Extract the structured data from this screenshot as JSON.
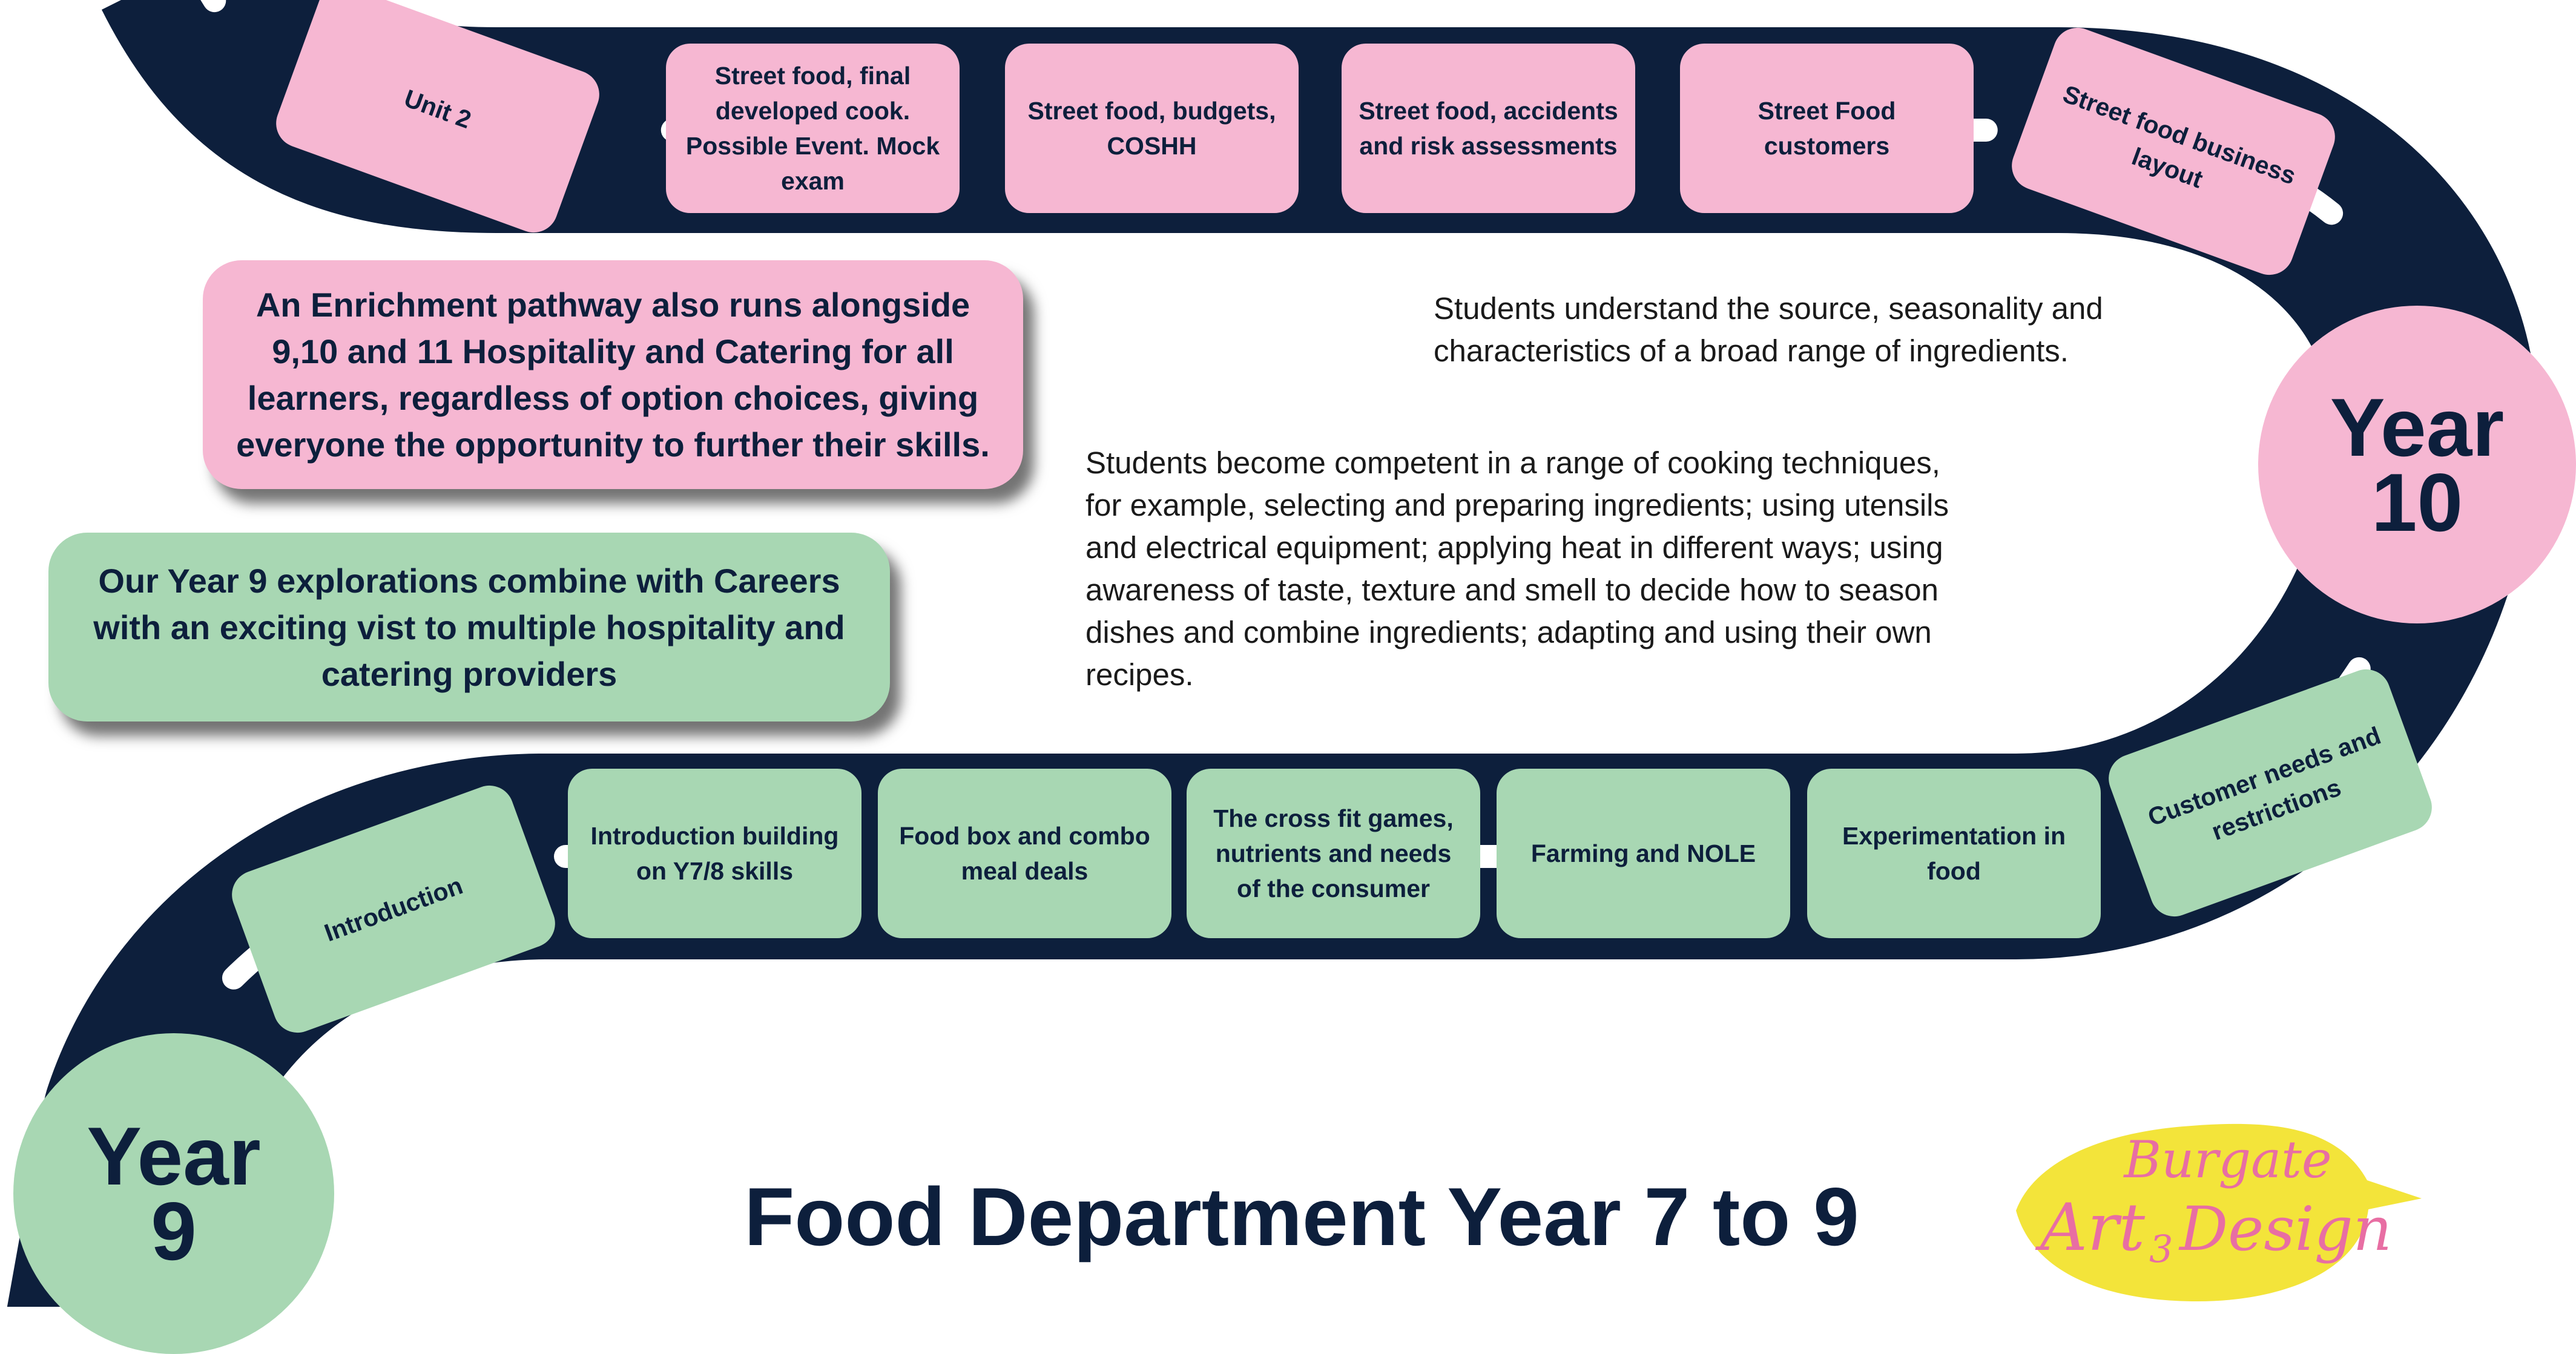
{
  "title": "Food Department Year 7 to 9",
  "colors": {
    "road": "#0d1f3c",
    "pink": "#f6b7d2",
    "green": "#a8d7b3",
    "logo_leaf": "#f3e43a",
    "logo_text": "#e86ea3"
  },
  "year_markers": {
    "top": "Year\n10",
    "bottom": "Year\n9"
  },
  "top_row": [
    "Unit 2",
    "Street food, final developed cook. Possible Event. Mock exam",
    "Street food, budgets, COSHH",
    "Street food, accidents and risk assessments",
    "Street Food customers",
    "Street food business layout"
  ],
  "bottom_row": [
    "Introduction",
    "Introduction building on Y7/8 skills",
    "Food box and combo meal deals",
    "The cross fit games, nutrients and needs of the consumer",
    "Farming and NOLE",
    "Experimentation in food",
    "Customer needs and restrictions"
  ],
  "notes": {
    "enrichment": "An Enrichment pathway also runs alongside 9,10 and 11 Hospitality and Catering for all learners, regardless of option choices, giving everyone the opportunity to further their skills.",
    "year9_careers": "Our Year 9 explorations combine with Careers with an exciting vist to multiple hospitality and catering providers",
    "ingredients": "Students understand the source, seasonality and characteristics of a broad range of ingredients.",
    "techniques": "Students become competent in a range of cooking techniques, for example, selecting and preparing ingredients; using utensils and electrical equipment; applying heat in different ways; using awareness of taste, texture and smell to decide how to season dishes and combine ingredients; adapting and using their own recipes."
  },
  "logo": {
    "line1": "Burgate",
    "line2": "Art",
    "amp": "3",
    "line3": "Design"
  }
}
